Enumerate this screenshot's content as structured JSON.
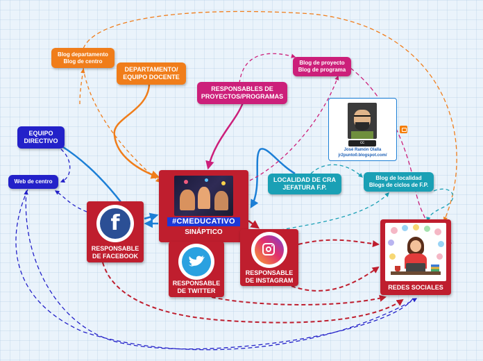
{
  "nodes": {
    "equipo_directivo": "EQUIPO\nDIRECTIVO",
    "web_centro": "Web de centro",
    "blog_departamento": "Blog departamento\nBlog de centro",
    "departamento": "DEPARTAMENTO/\nEQUIPO DOCENTE",
    "responsables_proyectos": "RESPONSABLES DE\nPROYECTOS/PROGRAMAS",
    "blog_proyecto": "Blog de proyecto\nBlog de programa",
    "localidad_cra": "LOCALIDAD DE CRA\nJEFATURA F.P.",
    "blog_localidad": "Blog de localidad\nBlogs de ciclos de F.P."
  },
  "center": {
    "hashtag": "#CMEDUCATIVO",
    "title": "SINÁPTICO"
  },
  "cards": {
    "facebook": "RESPONSABLE\nDE FACEBOOK",
    "twitter": "RESPONSABLE\nDE TWITTER",
    "instagram": "RESPONSABLE\nDE INSTAGRAM",
    "redes": "REDES SOCIALES"
  },
  "author": {
    "name": "José Ramón Olalla",
    "blog": "jr2punto0.blogspot.com/",
    "license": "cc"
  },
  "colors": {
    "navy": "#2321c9",
    "orange": "#f07d1a",
    "magenta": "#cc1f7a",
    "teal": "#1aa0b5",
    "crimson": "#bf1e2e",
    "blue": "#1c7fd6",
    "blogger": "#f57d00"
  },
  "icons": [
    "facebook-icon",
    "twitter-icon",
    "instagram-icon",
    "blogger-icon",
    "creative-commons-icon"
  ]
}
